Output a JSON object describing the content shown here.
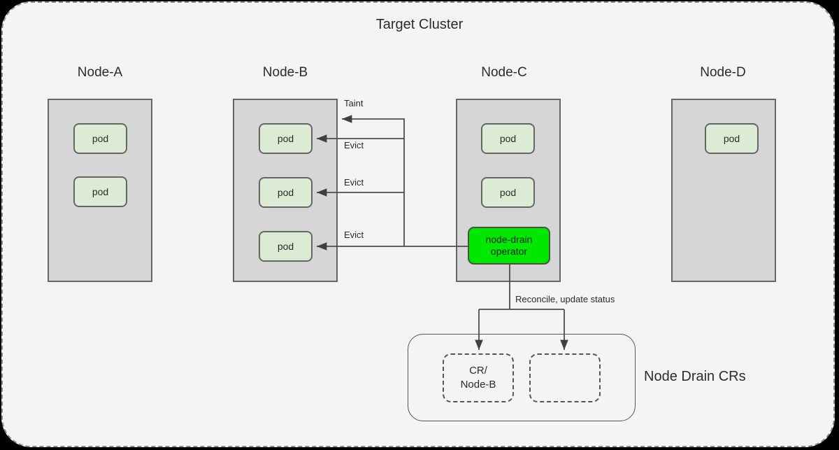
{
  "cluster": {
    "title": "Target Cluster",
    "frame_style": "dashed-rounded",
    "background": "#f4f4f4"
  },
  "colors": {
    "node_fill": "#d6d6d6",
    "node_border": "#666666",
    "pod_fill": "#dcecd4",
    "pod_border": "#666666",
    "operator_fill": "#00e800",
    "operator_border": "#4d4d4d",
    "edge": "#4d4d4d",
    "text": "#2b2b2b",
    "page_background": "#000000"
  },
  "nodes": [
    {
      "id": "node-a",
      "label": "Node-A",
      "pods": [
        {
          "label": "pod"
        },
        {
          "label": "pod"
        }
      ]
    },
    {
      "id": "node-b",
      "label": "Node-B",
      "pods": [
        {
          "label": "pod"
        },
        {
          "label": "pod"
        },
        {
          "label": "pod"
        }
      ]
    },
    {
      "id": "node-c",
      "label": "Node-C",
      "pods": [
        {
          "label": "pod"
        },
        {
          "label": "pod"
        }
      ],
      "operator": {
        "line1": "node-drain",
        "line2": "operator"
      }
    },
    {
      "id": "node-d",
      "label": "Node-D",
      "pods": [
        {
          "label": "pod"
        }
      ]
    }
  ],
  "edges": [
    {
      "id": "taint",
      "label": "Taint",
      "from": "node-c-operator",
      "to": "node-b"
    },
    {
      "id": "evict-1",
      "label": "Evict",
      "from": "node-c-operator",
      "to": "node-b-pod-1"
    },
    {
      "id": "evict-2",
      "label": "Evict",
      "from": "node-c-operator",
      "to": "node-b-pod-2"
    },
    {
      "id": "evict-3",
      "label": "Evict",
      "from": "node-c-operator",
      "to": "node-b-pod-3"
    },
    {
      "id": "reconcile",
      "label": "Reconcile, update status",
      "from": "node-c-operator",
      "to": "node-drain-crs"
    }
  ],
  "crs": {
    "group_label": "Node Drain CRs",
    "items": [
      {
        "id": "cr-node-b",
        "line1": "CR/",
        "line2": "Node-B",
        "empty": false
      },
      {
        "id": "cr-empty",
        "line1": "",
        "line2": "",
        "empty": true
      }
    ]
  }
}
